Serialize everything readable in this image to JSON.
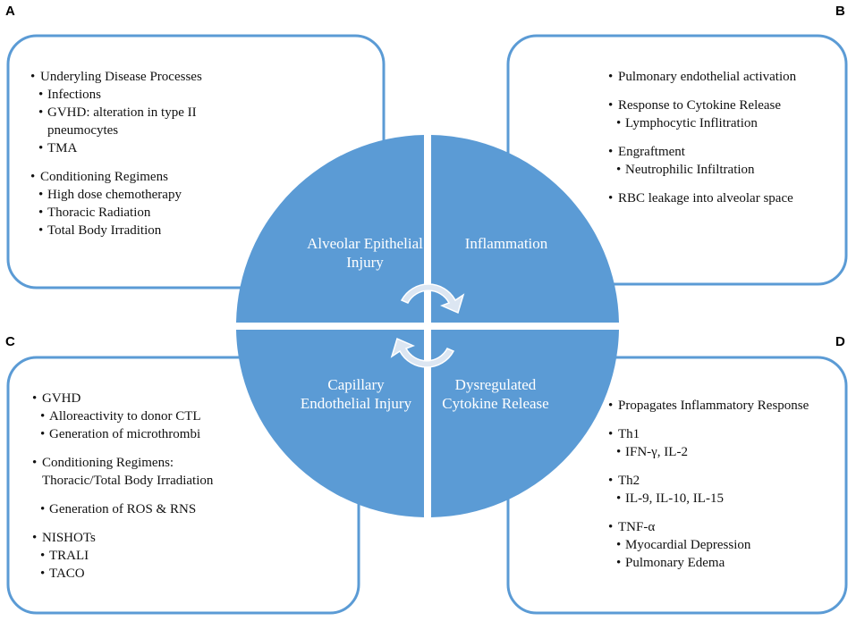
{
  "panels": {
    "A": {
      "letter": "A",
      "items": [
        {
          "level": 1,
          "text": "Underyling Disease Processes"
        },
        {
          "level": 2,
          "text": "Infections"
        },
        {
          "level": 2,
          "text": "GVHD: alteration in type II pneumocytes"
        },
        {
          "level": 2,
          "text": "TMA"
        },
        {
          "level": 1,
          "text": "Conditioning Regimens",
          "gap": true
        },
        {
          "level": 2,
          "text": "High dose chemotherapy"
        },
        {
          "level": 2,
          "text": "Thoracic Radiation"
        },
        {
          "level": 2,
          "text": "Total Body Irradition"
        }
      ]
    },
    "B": {
      "letter": "B",
      "items": [
        {
          "level": 1,
          "text": "Pulmonary endothelial activation"
        },
        {
          "level": 1,
          "text": "Response to Cytokine Release",
          "gap": true
        },
        {
          "level": 2,
          "text": "Lymphocytic Inflitration"
        },
        {
          "level": 1,
          "text": "Engraftment",
          "gap": true
        },
        {
          "level": 2,
          "text": "Neutrophilic Infiltration"
        },
        {
          "level": 1,
          "text": "RBC leakage into alveolar space",
          "gap": true
        }
      ]
    },
    "C": {
      "letter": "C",
      "items": [
        {
          "level": 1,
          "text": "GVHD"
        },
        {
          "level": 2,
          "text": "Alloreactivity to donor CTL"
        },
        {
          "level": 2,
          "text": "Generation of microthrombi"
        },
        {
          "level": 1,
          "text": "Conditioning Regimens: Thoracic/Total Body Irradiation",
          "gap": true
        },
        {
          "level": 2,
          "text": "Generation of ROS & RNS",
          "gap": true
        },
        {
          "level": 1,
          "text": "NISHOTs",
          "gap": true
        },
        {
          "level": 2,
          "text": "TRALI"
        },
        {
          "level": 2,
          "text": "TACO"
        }
      ]
    },
    "D": {
      "letter": "D",
      "items": [
        {
          "level": 1,
          "text": "Propagates Inflammatory Response"
        },
        {
          "level": 1,
          "text": "Th1",
          "gap": true
        },
        {
          "level": 2,
          "text": "IFN-γ, IL-2"
        },
        {
          "level": 1,
          "text": "Th2",
          "gap": true
        },
        {
          "level": 2,
          "text": "IL-9, IL-10, IL-15"
        },
        {
          "level": 1,
          "text": "TNF-α",
          "gap": true
        },
        {
          "level": 2,
          "text": "Myocardial Depression"
        },
        {
          "level": 2,
          "text": "Pulmonary Edema"
        }
      ]
    }
  },
  "quadrants": {
    "top_left": "Alveolar Epithelial Injury",
    "top_right": "Inflammation",
    "bottom_left": "Capillary Endothelial Injury",
    "bottom_right": "Dysregulated Cytokine Release"
  },
  "colors": {
    "quadrant_fill": "#5B9BD5",
    "box_border": "#5B9BD5",
    "arrow_fill": "#DCE6F2"
  },
  "icons": [
    "cycle-arrow-icon"
  ]
}
